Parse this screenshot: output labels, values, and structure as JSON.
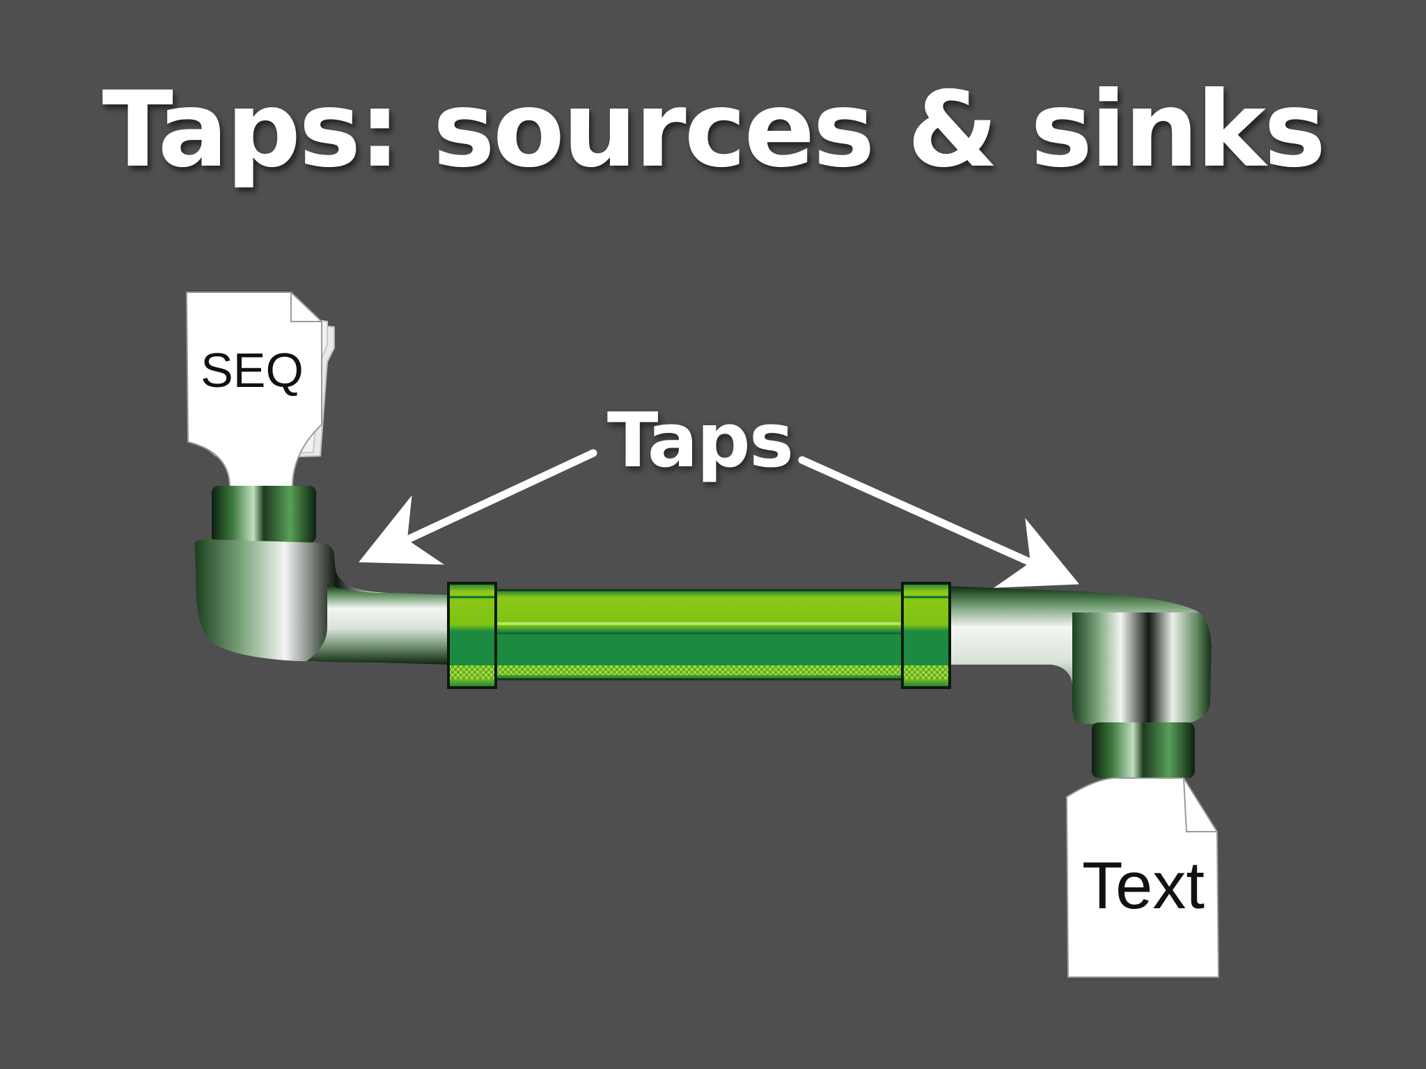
{
  "slide": {
    "title": "Taps: sources & sinks",
    "background_color": "#4f4e50"
  },
  "diagram": {
    "callout_label": "Taps",
    "source_doc_label": "SEQ",
    "sink_doc_label": "Text",
    "pipe_color": "#7ec212",
    "pipe_dark_color": "#1d8a42",
    "faucet_color": "chrome-with-green-reflection"
  }
}
